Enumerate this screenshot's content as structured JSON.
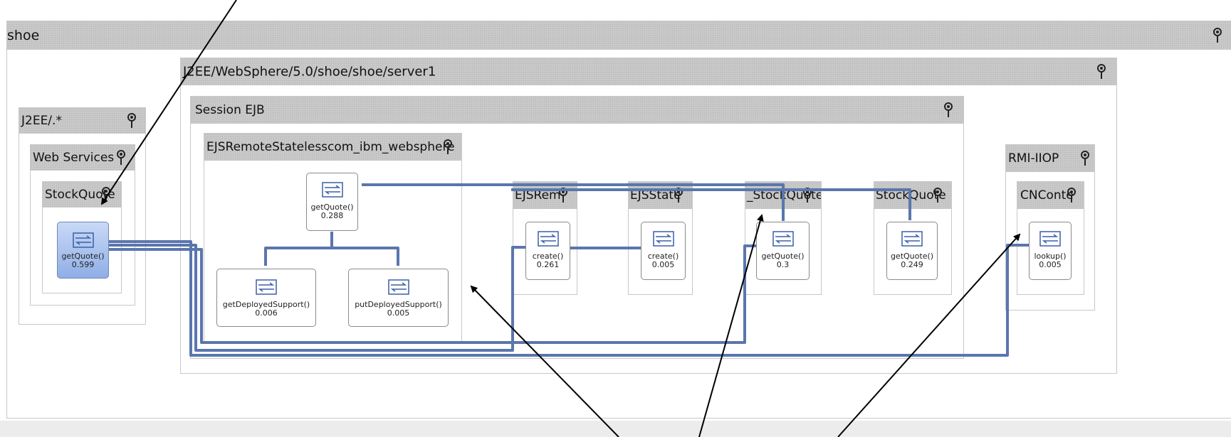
{
  "containers": {
    "shoe": "shoe",
    "server": "J2EE/WebSphere/5.0/shoe/shoe/server1",
    "j2ee": "J2EE/.*",
    "web_services": "Web Services",
    "stockquote_ws": "StockQuote",
    "session_ejb": "Session EJB",
    "ejs_remote": "EJSRemoteStatelesscom_ibm_websphere",
    "ejs_rem_short": "EJSRem",
    "ejs_state": "EJSState",
    "stockquote_under": "_StockQuote",
    "stockquote_right": "StockQuote",
    "rmi_iiop": "RMI-IIOP",
    "cnconte": "CNConte"
  },
  "nodes": {
    "ws_getquote": {
      "name": "getQuote()",
      "value": "0.599"
    },
    "ejs_getquote": {
      "name": "getQuote()",
      "value": "0.288"
    },
    "get_deployed": {
      "name": "getDeployedSupport()",
      "value": "0.006"
    },
    "put_deployed": {
      "name": "putDeployedSupport()",
      "value": "0.005"
    },
    "ejsrem_create": {
      "name": "create()",
      "value": "0.261"
    },
    "ejsstate_create": {
      "name": "create()",
      "value": "0.005"
    },
    "sq_getquote": {
      "name": "getQuote()",
      "value": "0.3"
    },
    "sq2_getquote": {
      "name": "getQuote()",
      "value": "0.249"
    },
    "cn_lookup": {
      "name": "lookup()",
      "value": "0.005"
    }
  },
  "colors": {
    "edge": "#5a76ad",
    "bar": "#c9c9c9",
    "selected_node": "#8faee6"
  },
  "icons": {
    "pin": "pushpin-icon",
    "node": "transfer-arrows-icon"
  }
}
